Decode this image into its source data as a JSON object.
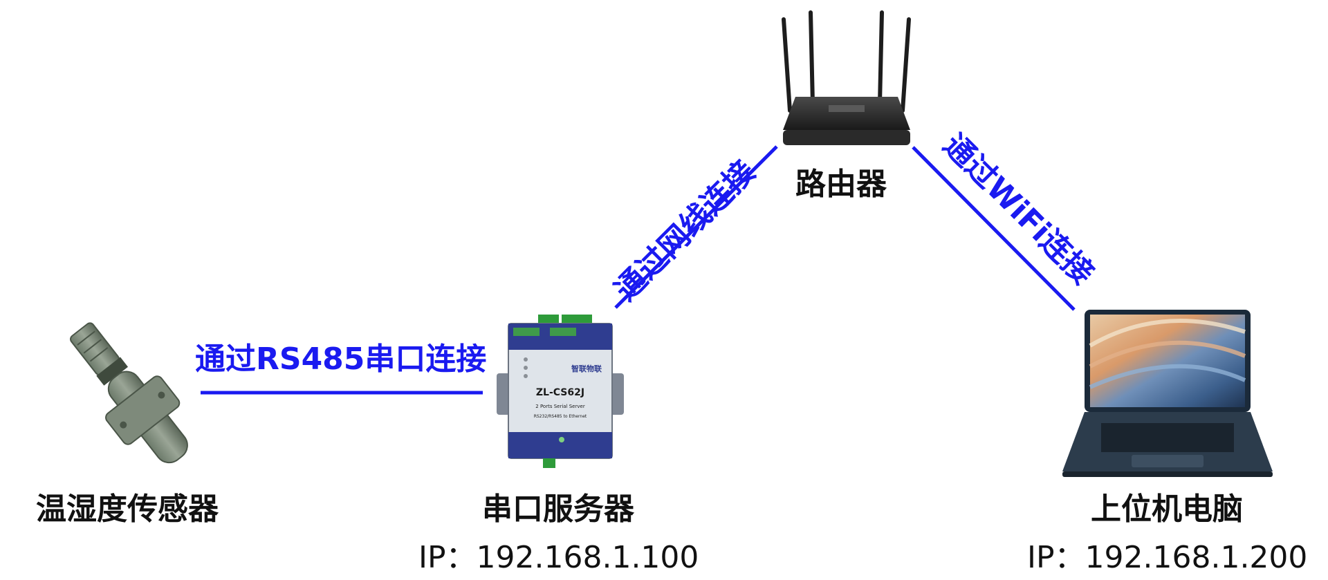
{
  "colors": {
    "link": "#1a1af0",
    "text": "#111111"
  },
  "devices": {
    "sensor": {
      "label": "温湿度传感器"
    },
    "serial_server": {
      "label": "串口服务器",
      "ip": "IP：192.168.1.100",
      "brand": "智联物联",
      "model": "ZL-CS62J",
      "subtitle": "2 Ports Serial Server",
      "subtitle2": "RS232/RS485 to Ethernet"
    },
    "router": {
      "label": "路由器"
    },
    "computer": {
      "label": "上位机电脑",
      "ip": "IP：192.168.1.200"
    }
  },
  "links": {
    "sensor_to_server": "通过RS485串口连接",
    "server_to_router": "通过网线连接",
    "router_to_computer": "通过WiFi连接"
  }
}
